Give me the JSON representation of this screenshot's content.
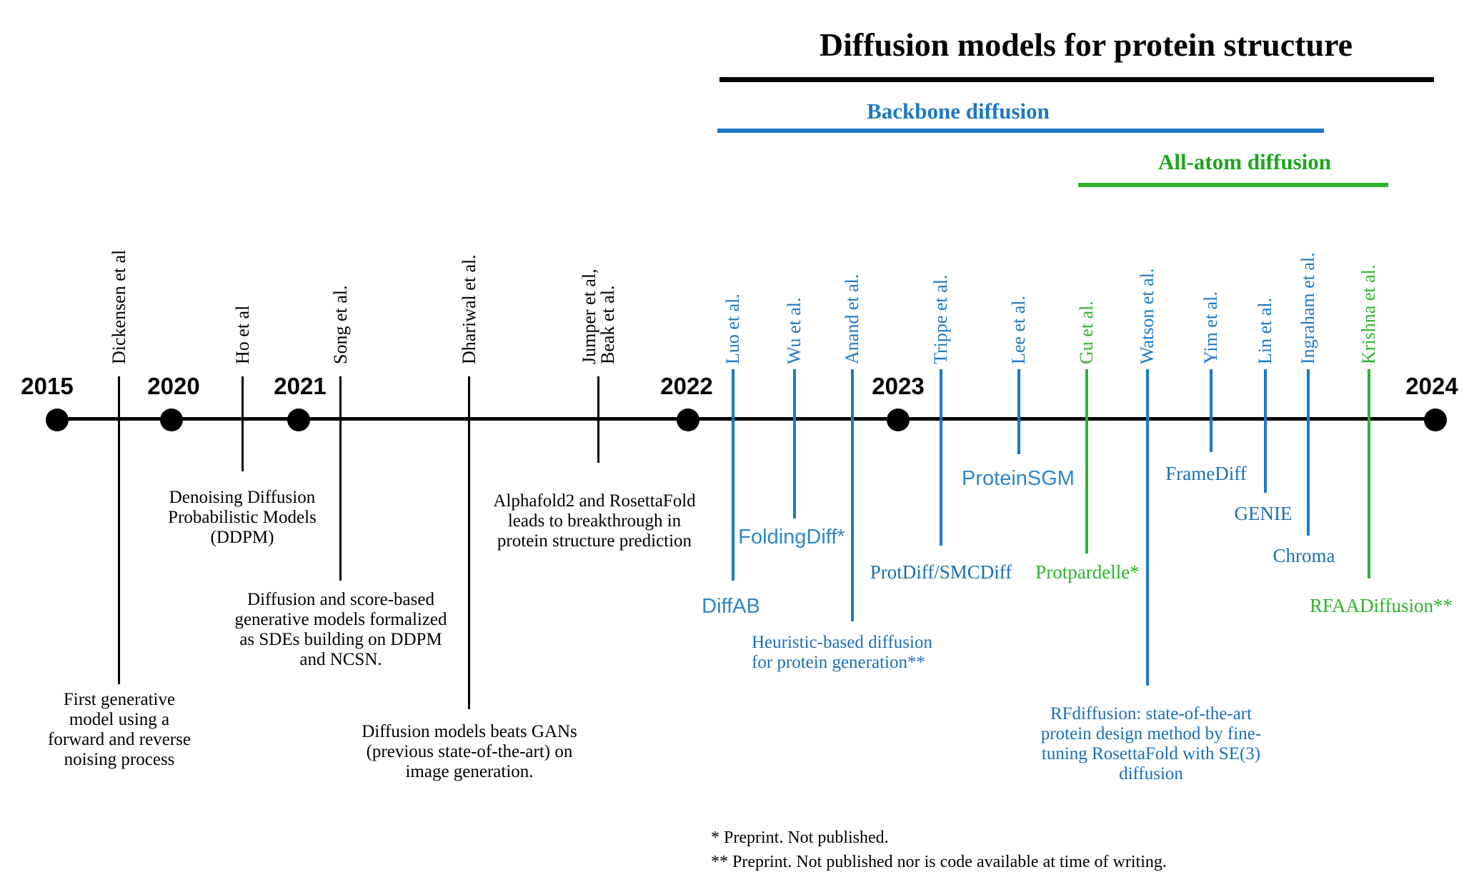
{
  "header": {
    "title": "Diffusion models for protein structure",
    "backbone_label": "Backbone diffusion",
    "allatom_label": "All-atom diffusion"
  },
  "timeline": {
    "years": [
      "2015",
      "2020",
      "2021",
      "2022",
      "2023",
      "2024"
    ]
  },
  "events": [
    {
      "author": "Dickensen et al",
      "category": "milestone",
      "note": "First generative\nmodel using a\nforward and reverse\nnoising process"
    },
    {
      "author": "Ho et al",
      "category": "milestone",
      "note": "Denoising Diffusion\nProbabilistic Models\n(DDPM)"
    },
    {
      "author": "Song et al.",
      "category": "milestone",
      "note": "Diffusion and score-based\ngenerative models formalized\nas SDEs building on DDPM\nand NCSN."
    },
    {
      "author": "Dhariwal et al.",
      "category": "milestone",
      "note": "Diffusion models beats GANs\n(previous state-of-the-art) on\nimage generation."
    },
    {
      "author": "Jumper et al,\nBeak et al.",
      "category": "milestone",
      "note": "Alphafold2 and RosettaFold\nleads to breakthrough in\nprotein structure prediction"
    },
    {
      "author": "Luo et al.",
      "category": "backbone",
      "model": "DiffAB"
    },
    {
      "author": "Wu et al.",
      "category": "backbone",
      "model": "FoldingDiff*"
    },
    {
      "author": "Anand et al.",
      "category": "backbone",
      "note": "Heuristic-based diffusion\nfor protein generation**"
    },
    {
      "author": "Trippe et al.",
      "category": "backbone",
      "model": "ProtDiff/SMCDiff"
    },
    {
      "author": "Lee et al.",
      "category": "backbone",
      "model": "ProteinSGM"
    },
    {
      "author": "Gu et al.",
      "category": "all-atom",
      "model": "Protpardelle*"
    },
    {
      "author": "Watson et al.",
      "category": "backbone",
      "note": "RFdiffusion: state-of-the-art\nprotein design method by fine-\ntuning RosettaFold with SE(3)\ndiffusion"
    },
    {
      "author": "Yim et al.",
      "category": "backbone",
      "model": "FrameDiff"
    },
    {
      "author": "Lin et al.",
      "category": "backbone",
      "model": "GENIE"
    },
    {
      "author": "Ingraham et al.",
      "category": "backbone",
      "model": "Chroma"
    },
    {
      "author": "Krishna et al.",
      "category": "all-atom",
      "model": "RFAADiffusion**"
    }
  ],
  "footnotes": {
    "line1": "* Preprint. Not published.",
    "line2": "** Preprint. Not published nor is code available at time of writing."
  },
  "colors": {
    "black": "#000000",
    "blue": "#1d78c4",
    "blue-sans": "#2e86c9",
    "blue-serif": "#1b6eb5",
    "green": "#2db32d",
    "green-dark": "#1da51d"
  }
}
